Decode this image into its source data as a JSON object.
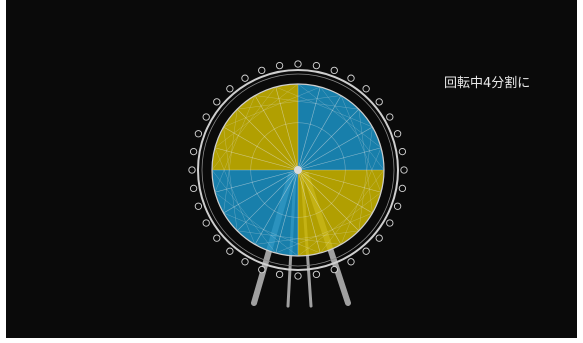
{
  "caption": "回転中4分割に",
  "colors": {
    "background": "#0a0a0a",
    "quadrant_a": "#c8b400",
    "quadrant_b": "#1a8fc2",
    "structure": "#bdbdbd",
    "caption_text": "#e8e8e8"
  },
  "wheel": {
    "gondola_count": 36,
    "quadrant_colors": [
      "blue",
      "yellow",
      "blue",
      "yellow"
    ]
  }
}
